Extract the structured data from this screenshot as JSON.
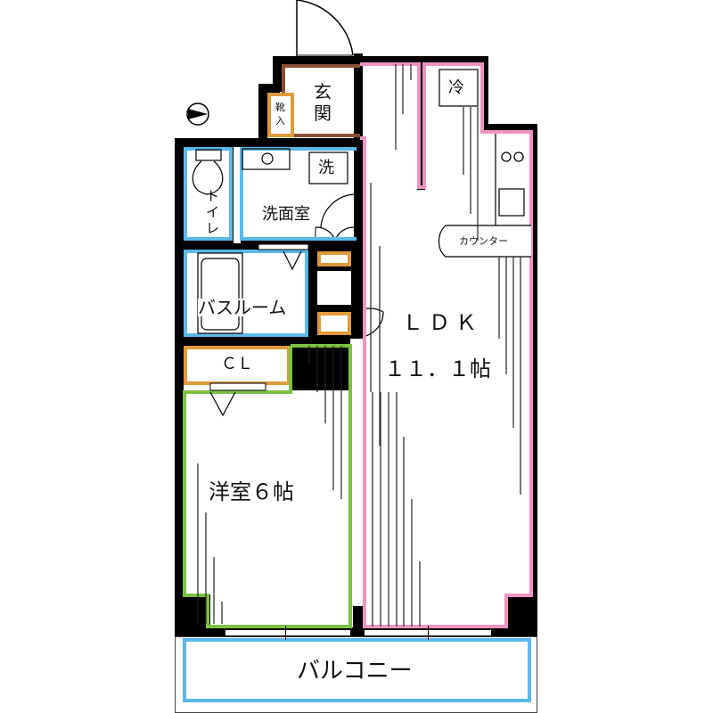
{
  "floorplan": {
    "colors": {
      "wall": "#000000",
      "ldk_outline": "#ef94c0",
      "western_room_outline": "#7cc242",
      "wet_area_outline": "#5bb8e8",
      "storage_outline": "#e09a3c",
      "entrance_outline": "#8a5035"
    },
    "compass": {
      "icon": "north-arrow-icon",
      "direction": "east"
    },
    "rooms": {
      "entrance": {
        "label_line1": "玄",
        "label_line2": "関"
      },
      "shoe_storage": {
        "label_line1": "靴",
        "label_line2": "入"
      },
      "refrigerator": {
        "label": "冷"
      },
      "washer": {
        "label": "洗"
      },
      "washroom": {
        "label": "洗面室"
      },
      "toilet": {
        "label_line1": "ト",
        "label_line2": "イ",
        "label_line3": "レ"
      },
      "bathroom": {
        "label": "バスルーム"
      },
      "closet": {
        "label": "ＣＬ"
      },
      "counter": {
        "label": "カウンター"
      },
      "ldk": {
        "label": "ＬＤＫ",
        "size": "１１．１帖"
      },
      "western_room": {
        "label": "洋室６帖"
      },
      "balcony": {
        "label": "バルコニー"
      }
    },
    "appliances": {
      "stove": {
        "icon": "gas-burner-icon",
        "burners": 2
      },
      "sink": {
        "icon": "sink-icon"
      }
    }
  }
}
